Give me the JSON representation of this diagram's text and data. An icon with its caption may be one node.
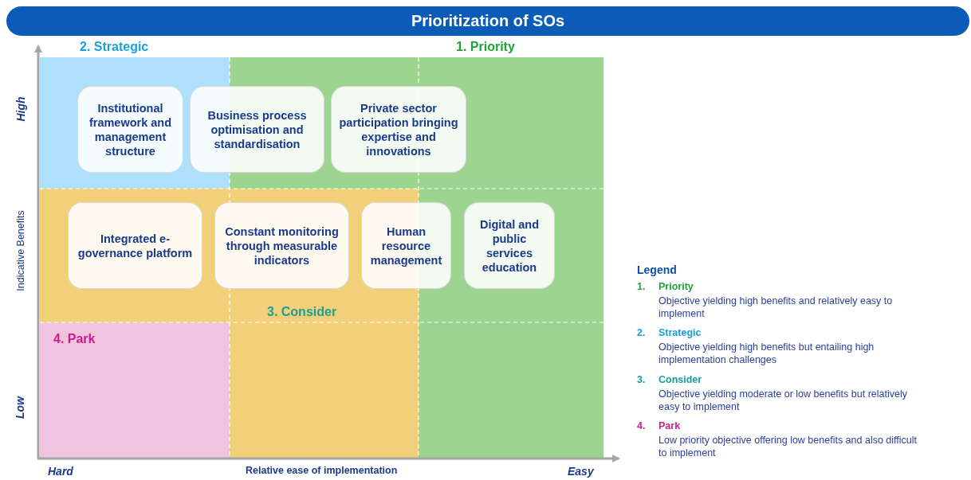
{
  "diagram": {
    "title": "Prioritization of SOs",
    "nodes": [
      {
        "text": [
          "Institutional framework and management structure"
        ]
      },
      {
        "text": [
          "Business process optimisation and standardisation"
        ]
      },
      {
        "text": [
          "Private sector participation bringing expertise and innovations"
        ]
      },
      {
        "text": [
          "Integrated e-governance platform"
        ]
      },
      {
        "text": [
          "Constant monitoring through measurable indicators"
        ]
      },
      {
        "text": [
          "Human resource management"
        ]
      },
      {
        "text": [
          "Digital and public services education"
        ]
      }
    ],
    "edges": [],
    "labels": [
      "2. Strategic",
      "1. Priority",
      "3. Consider",
      "4. Park",
      "High",
      "Indicative Benefits",
      "Low",
      "Hard",
      "Relative ease of implementation",
      "Easy",
      "Legend",
      "1.",
      "Priority",
      "Objective yielding high benefits and relatively easy to implement",
      "2.",
      "Strategic",
      "Objective yielding high benefits but entailing high implementation challenges",
      "3.",
      "Consider",
      "Objective yielding moderate or low benefits but relatively easy to implement",
      "4.",
      "Park",
      "Low priority objective offering low benefits and also difficult to implement"
    ]
  }
}
